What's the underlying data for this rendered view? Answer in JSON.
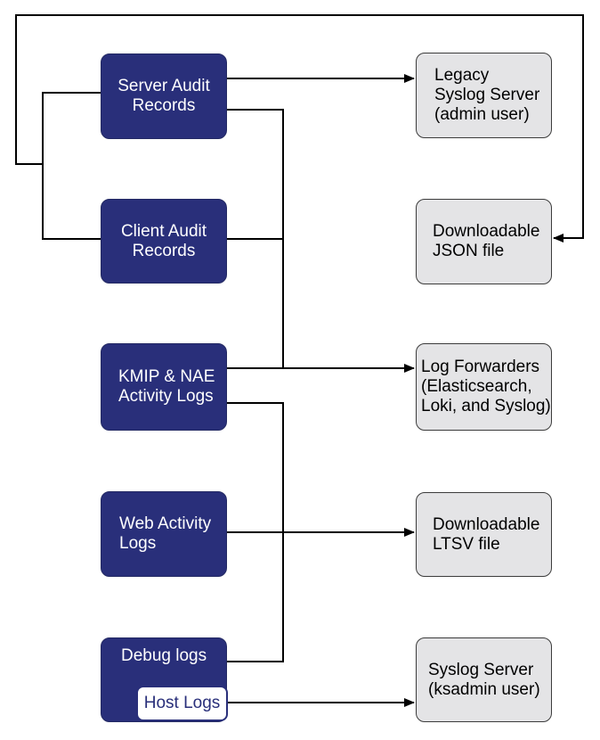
{
  "colors": {
    "node_fill": "#292F7A",
    "node_border": "#232963",
    "node_text": "#FFFFFF",
    "target_fill": "#E4E4E6",
    "target_border": "#3C3C3C",
    "target_text": "#000000",
    "host_fill": "#FFFFFF",
    "host_border": "#292F7A",
    "host_text": "#292F7A",
    "line": "#000000",
    "background": "#FFFFFF"
  },
  "sources": [
    {
      "id": "server-audit-records",
      "label": "Server Audit\nRecords"
    },
    {
      "id": "client-audit-records",
      "label": "Client Audit\nRecords"
    },
    {
      "id": "kmip-nae-activity-logs",
      "label": "KMIP & NAE\nActivity Logs"
    },
    {
      "id": "web-activity-logs",
      "label": "Web Activity\nLogs"
    },
    {
      "id": "debug-logs",
      "label": "Debug logs"
    },
    {
      "id": "host-logs",
      "label": "Host Logs"
    }
  ],
  "destinations": [
    {
      "id": "legacy-syslog-server",
      "label": "Legacy\nSyslog Server\n(admin user)"
    },
    {
      "id": "downloadable-json-file",
      "label": "Downloadable\nJSON file"
    },
    {
      "id": "log-forwarders",
      "label": "Log Forwarders\n(Elasticsearch,\nLoki, and Syslog)"
    },
    {
      "id": "downloadable-ltsv-file",
      "label": "Downloadable\nLTSV file"
    },
    {
      "id": "syslog-server-ksadmin",
      "label": "Syslog Server\n(ksadmin user)"
    }
  ],
  "edges": [
    {
      "from": [
        "server-audit-records"
      ],
      "to": "legacy-syslog-server",
      "arrow": true
    },
    {
      "from": [
        "server-audit-records",
        "client-audit-records"
      ],
      "to": "downloadable-json-file",
      "arrow": true
    },
    {
      "from": [
        "server-audit-records",
        "client-audit-records",
        "kmip-nae-activity-logs"
      ],
      "to": "log-forwarders",
      "arrow": true
    },
    {
      "from": [
        "kmip-nae-activity-logs"
      ],
      "to": "debug-logs",
      "arrow": false
    },
    {
      "from": [
        "web-activity-logs"
      ],
      "to": "downloadable-ltsv-file",
      "arrow": true
    },
    {
      "from": [
        "host-logs"
      ],
      "to": "syslog-server-ksadmin",
      "arrow": true
    }
  ]
}
